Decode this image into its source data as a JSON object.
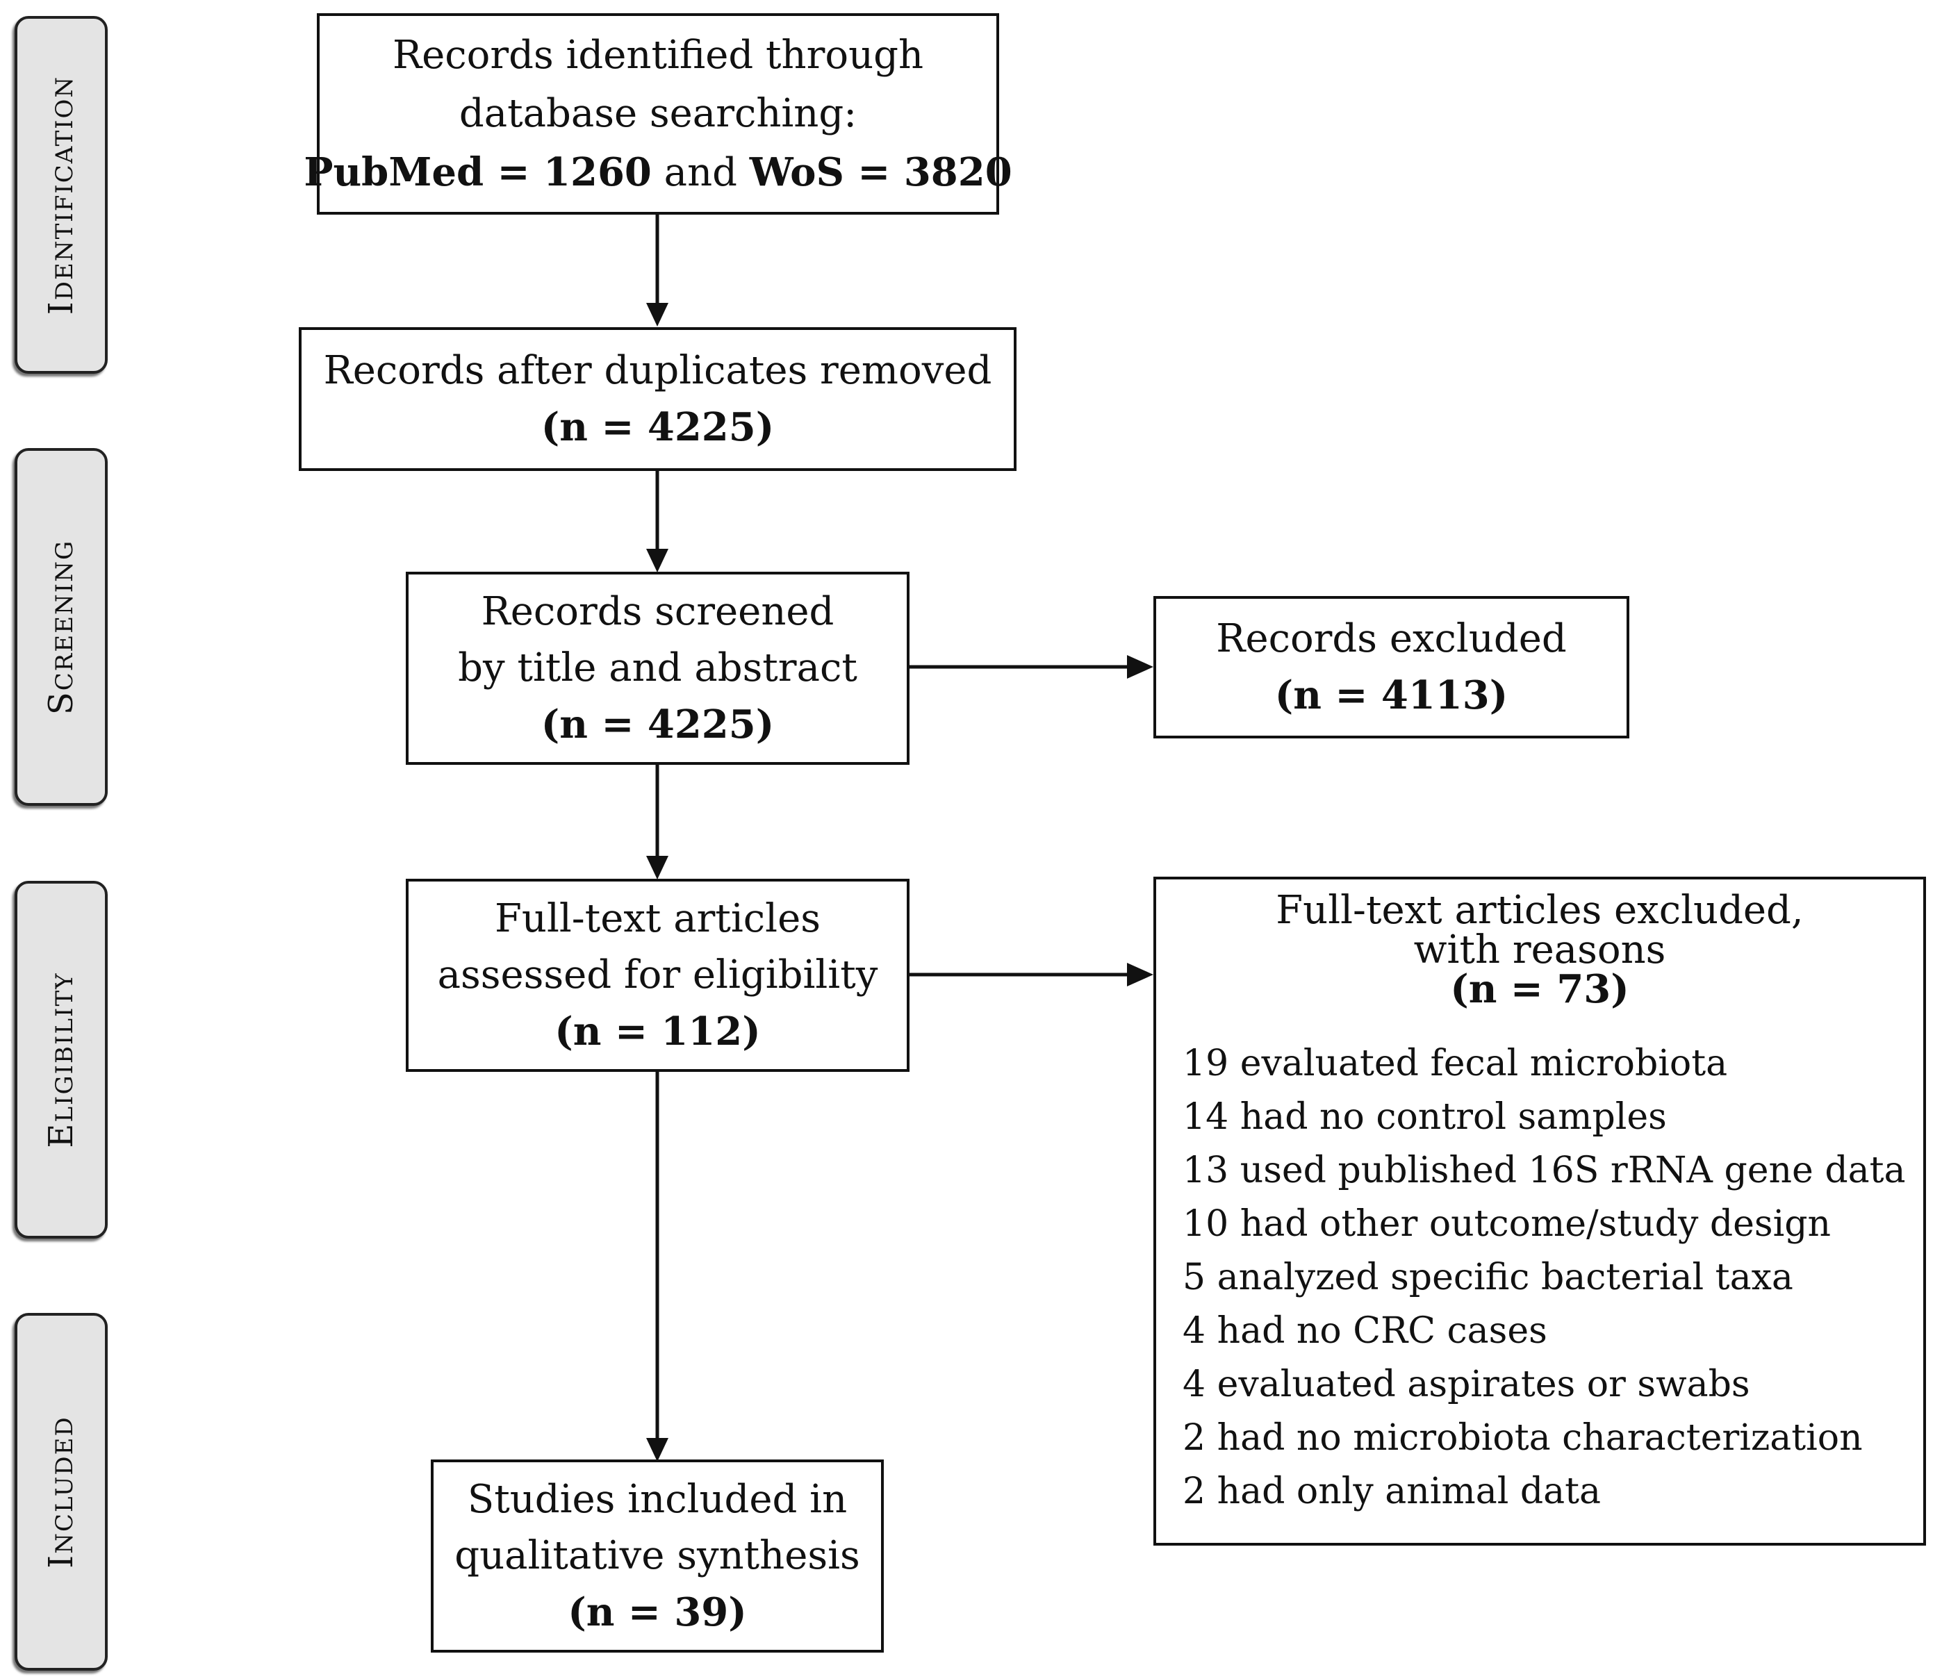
{
  "stages": [
    {
      "id": "identification",
      "label": "Identification"
    },
    {
      "id": "screening",
      "label": "Screening"
    },
    {
      "id": "eligibility",
      "label": "Eligibility"
    },
    {
      "id": "included",
      "label": "Included"
    }
  ],
  "identified": {
    "line1": "Records identified through",
    "line2": "database searching:",
    "db1_name": "PubMed = 1260",
    "joiner": " and ",
    "db2_name": "WoS = 3820"
  },
  "after_duplicates": {
    "label": "Records after duplicates removed",
    "count": "(n = 4225)"
  },
  "screened": {
    "line1": "Records screened",
    "line2": "by title and abstract",
    "count": "(n = 4225)"
  },
  "records_excluded": {
    "label": "Records excluded",
    "count": "(n = 4113)"
  },
  "fulltext_assessed": {
    "line1": "Full-text articles",
    "line2": "assessed for eligibility",
    "count": "(n = 112)"
  },
  "fulltext_excluded": {
    "line1": "Full-text articles excluded,",
    "line2": "with reasons",
    "count": "(n = 73)",
    "reasons": [
      "19 evaluated fecal microbiota",
      "14 had no control samples",
      "13 used published 16S rRNA gene data",
      "10 had other outcome/study design",
      "5 analyzed specific bacterial taxa",
      "4 had no CRC cases",
      "4 evaluated aspirates or swabs",
      "2 had no microbiota characterization",
      "2 had only animal data"
    ]
  },
  "included": {
    "line1": "Studies included in",
    "line2": "qualitative synthesis",
    "count": "(n = 39)"
  }
}
